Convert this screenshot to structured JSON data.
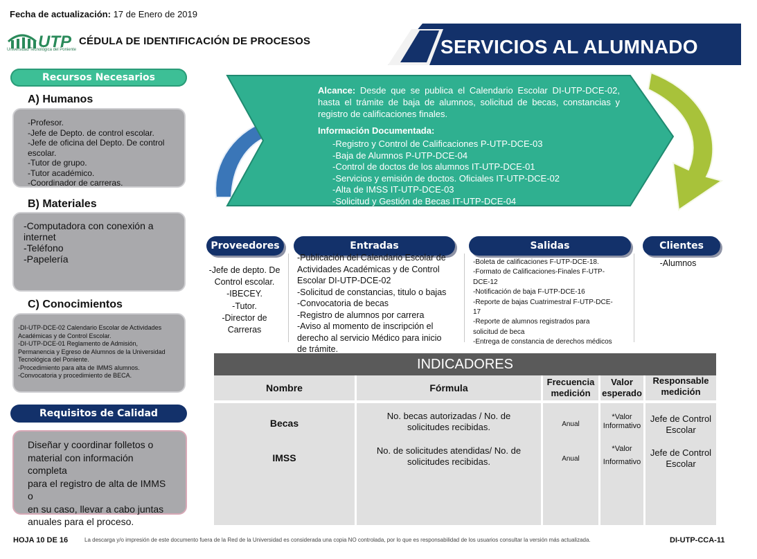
{
  "header": {
    "fecha_label": "Fecha de actualización:",
    "fecha_value": "17 de Enero de 2019",
    "logo_text": "UTP",
    "logo_sub": "Universidad Tecnológica del Poniente",
    "cedula_title": "CÉDULA DE IDENTIFICACIÓN DE PROCESOS",
    "banner_title": "SERVICIOS AL ALUMNADO"
  },
  "recursos": {
    "title": "Recursos Necesarios",
    "humanos": {
      "heading": "A) Humanos",
      "lines": [
        "-Profesor.",
        "-Jefe de Depto. de control escolar.",
        "-Jefe de oficina del Depto. De control",
        "escolar.",
        "-Tutor de grupo.",
        "-Tutor académico.",
        "-Coordinador de carreras."
      ]
    },
    "materiales": {
      "heading": "B) Materiales",
      "lines": [
        "-Computadora con conexión a",
        "internet",
        "-Teléfono",
        "-Papelería"
      ]
    },
    "conocimientos": {
      "heading": "C) Conocimientos",
      "lines": [
        "-DI-UTP-DCE-02 Calendario Escolar de Actividades",
        "Académicas y de Control Escolar.",
        "-DI-UTP-DCE-01 Reglamento de Admisión,",
        "Permanencia y Egreso de Alumnos de la Universidad",
        "Tecnológica del Poniente.",
        "-Procedimiento para alta de IMMS alumnos.",
        "-Convocatoria y procedimiento de BECA."
      ]
    }
  },
  "requisitos": {
    "title": "Requisitos de Calidad",
    "lines": [
      "Diseñar y coordinar folletos o",
      "material con información completa",
      "para el registro de alta de IMMS o",
      "en su caso, llevar a cabo juntas",
      "anuales para el proceso."
    ]
  },
  "proceso": {
    "alcance_label": "Alcance:",
    "alcance_text": "Desde que se publica el Calendario Escolar DI-UTP-DCE-02, hasta el trámite de baja de alumnos, solicitud de becas, constancias y registro de calificaciones finales.",
    "info_title": "Información Documentada:",
    "docs": [
      "-Registro y Control de Calificaciones P-UTP-DCE-03",
      "-Baja de Alumnos P-UTP-DCE-04",
      "-Control de doctos de los alumnos IT-UTP-DCE-01",
      "-Servicios y emisión de doctos. Oficiales IT-UTP-DCE-02",
      "-Alta de IMSS IT-UTP-DCE-03",
      "-Solicitud y Gestión de Becas IT-UTP-DCE-04"
    ]
  },
  "flujo": {
    "proveedores": {
      "title": "Proveedores",
      "lines": [
        "-Jefe de depto. De",
        "Control escolar.",
        "-IBECEY.",
        "-Tutor.",
        "-Director de",
        "Carreras"
      ]
    },
    "entradas": {
      "title": "Entradas",
      "lines": [
        "-Publicación del Calendario Escolar de",
        "Actividades Académicas y de Control",
        "Escolar DI-UTP-DCE-02",
        "-Solicitud de constancias, titulo o bajas",
        "-Convocatoria de becas",
        "-Registro de alumnos por carrera",
        "-Aviso al momento de inscripción el",
        "derecho al servicio Médico para inicio",
        "de trámite."
      ]
    },
    "salidas": {
      "title": "Salidas",
      "lines": [
        "-Boleta de calificaciones F-UTP-DCE-18.",
        "-Formato de Calificaciones-Finales F-UTP-",
        "DCE-12",
        "-Notificación de baja F-UTP-DCE-16",
        "-Reporte de bajas Cuatrimestral F-UTP-DCE-",
        "17",
        "-Reporte de alumnos registrados para",
        "solicitud de beca",
        "-Entrega de constancia de derechos médicos"
      ]
    },
    "clientes": {
      "title": "Clientes",
      "lines": [
        "-Alumnos"
      ]
    }
  },
  "indicadores": {
    "title": "INDICADORES",
    "headers": {
      "nombre": "Nombre",
      "formula": "Fórmula",
      "frecuencia": [
        "Frecuencia",
        "medición"
      ],
      "valor": [
        "Valor",
        "esperado"
      ],
      "responsable": [
        "Responsable",
        "medición"
      ]
    },
    "rows": [
      {
        "nombre": "Becas",
        "formula": [
          "No. becas autorizadas / No. de",
          "solicitudes recibidas."
        ],
        "frecuencia": "Anual",
        "valor": [
          "*Valor",
          "Informativo"
        ],
        "responsable": [
          "Jefe de Control",
          "Escolar"
        ]
      },
      {
        "nombre": "IMSS",
        "formula": [
          "No. de solicitudes atendidas/ No. de",
          "solicitudes recibidas."
        ],
        "frecuencia": "Anual",
        "valor": [
          "*Valor",
          "Informativo"
        ],
        "responsable": [
          "Jefe de Control",
          "Escolar"
        ]
      }
    ]
  },
  "footer": {
    "hoja": "HOJA 10 DE 16",
    "aviso": "La descarga y/o impresión de este documento fuera de la Red de la Universidad es considerada una copia NO controlada, por lo que es responsabilidad  de  los usuarios consultar la versión más actualizada.",
    "codigo": "DI-UTP-CCA-11"
  },
  "colors": {
    "teal": "#3dbf96",
    "navy": "#13316a",
    "grey_box": "#a9a9ac",
    "blue_arrow": "#3a76b8",
    "green_arrow": "#a8c23a",
    "table_head": "#5a5a5a"
  }
}
